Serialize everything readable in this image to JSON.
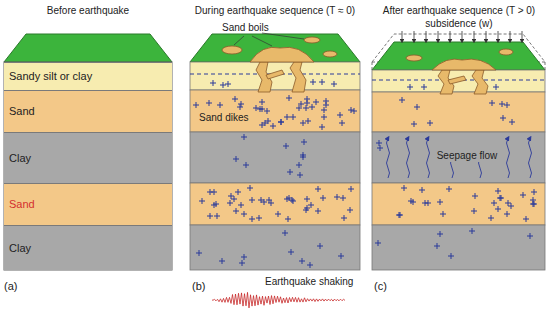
{
  "diagram": {
    "nodes": [
      {
        "text": [
          "Sandy silt or clay"
        ]
      },
      {
        "text": [
          "Sand"
        ]
      },
      {
        "text": [
          "Clay"
        ]
      },
      {
        "text": [
          "Sand"
        ]
      },
      {
        "text": [
          "Clay"
        ]
      }
    ],
    "labels": [
      "Before earthquake",
      "During earthquake sequence (T ≈ 0)",
      "After earthquake sequence (T > 0)",
      "Sand boils",
      "Sand dikes",
      "subsidence (w)",
      "Seepage flow",
      "(a)",
      "(b)",
      "Earthquake shaking",
      "(c)"
    ]
  }
}
